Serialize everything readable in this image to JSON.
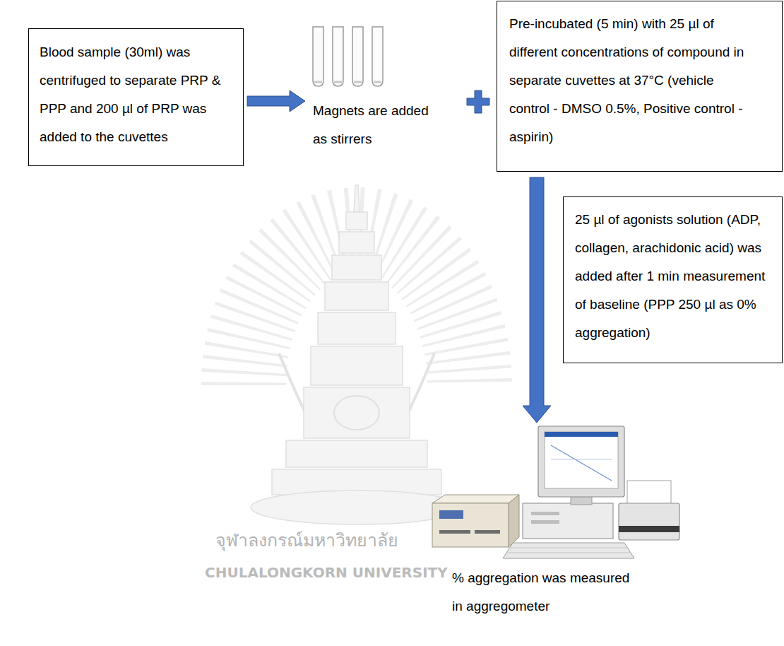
{
  "diagram": {
    "nodes": [
      {
        "text": [
          "Blood sample (30ml) was centrifuged to separate PRP & PPP and 200 µl of PRP was added to the cuvettes"
        ]
      },
      {
        "text": [
          "Magnets are added as stirrers"
        ]
      },
      {
        "text": [
          "Pre-incubated (5 min) with 25 µl of different concentrations of compound in separate cuvettes at 37°C (vehicle control - DMSO 0.5%, Positive control - aspirin)"
        ]
      },
      {
        "text": [
          "25 µl of agonists solution (ADP, collagen, arachidonic acid) was added after 1 min measurement of baseline (PPP 250 µl as 0% aggregation)"
        ]
      },
      {
        "text": [
          "% aggregation was measured in aggregometer"
        ]
      }
    ],
    "edges": [
      {
        "from": 0,
        "to": 1,
        "arrow": "to"
      },
      {
        "from": 2,
        "to": 4,
        "arrow": "to"
      }
    ],
    "labels": [
      "จุฬาลงกรณ์มหาวิทยาลัย",
      "CHULALONGKORN UNIVERSITY"
    ]
  }
}
